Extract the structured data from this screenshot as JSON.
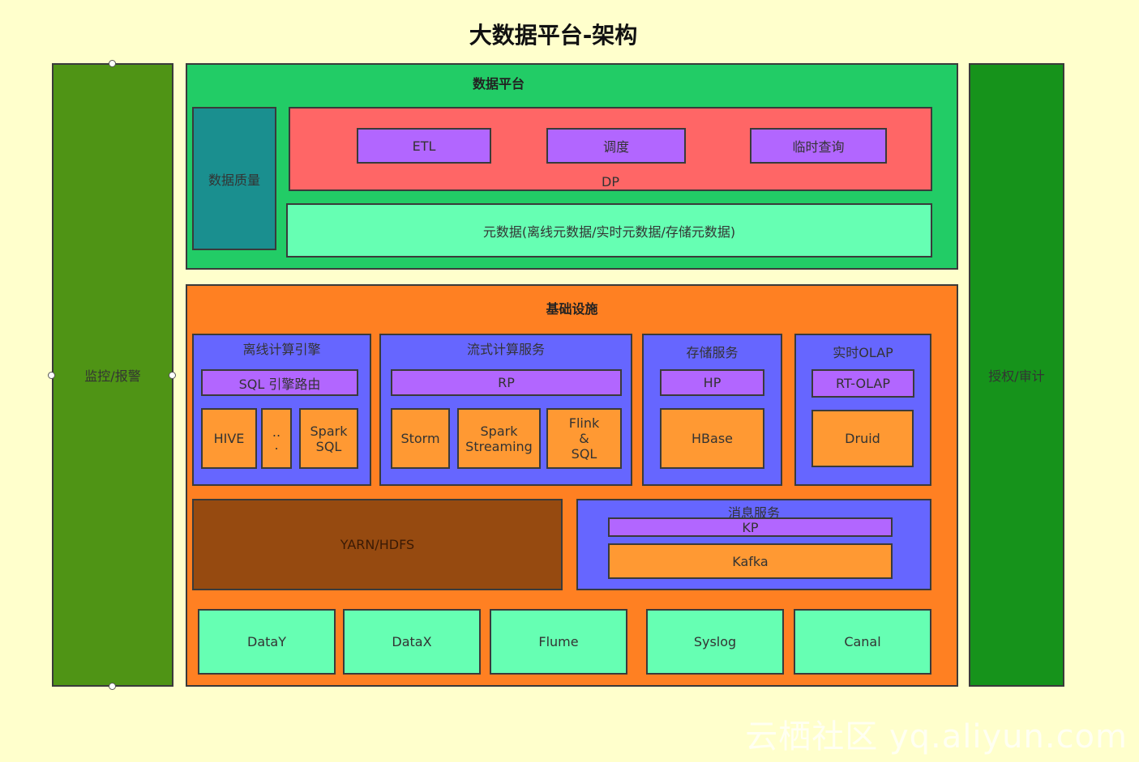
{
  "title": "大数据平台-架构",
  "left_panel": "监控/报警",
  "right_panel": "授权/审计",
  "data_platform": {
    "title": "数据平台",
    "quality": "数据质量",
    "dp": {
      "label": "DP",
      "items": [
        "ETL",
        "调度",
        "临时查询"
      ]
    },
    "metadata": "元数据(离线元数据/实时元数据/存储元数据)"
  },
  "infra": {
    "title": "基础设施",
    "offline": {
      "title": "离线计算引擎",
      "router": "SQL 引擎路由",
      "hive": "HIVE",
      "dots": "..",
      "dot": ".",
      "spark_sql": [
        "Spark",
        "SQL"
      ]
    },
    "stream": {
      "title": "流式计算服务",
      "rp": "RP",
      "storm": "Storm",
      "spark_streaming": [
        "Spark",
        "Streaming"
      ],
      "flink": [
        "Flink",
        "&",
        "SQL"
      ]
    },
    "storage": {
      "title": "存储服务",
      "hp": "HP",
      "hbase": "HBase"
    },
    "olap": {
      "title": "实时OLAP",
      "rt": "RT-OLAP",
      "druid": "Druid"
    },
    "yarn": "YARN/HDFS",
    "message": {
      "title": "消息服务",
      "kp": "KP",
      "kafka": "Kafka"
    },
    "sources": [
      "DataY",
      "DataX",
      "Flume",
      "Syslog",
      "Canal"
    ]
  },
  "watermark": "云栖社区 yq.aliyun.com",
  "colors": {
    "background": "#ffffcc",
    "monitor": "#4f9415",
    "auth": "#16931b",
    "platform": "#22cc66",
    "quality": "#1a8f8f",
    "dp": "#ff6666",
    "metadata": "#66ffb3",
    "infra": "#ff8022",
    "engine": "#6666ff",
    "router": "#b266ff",
    "component": "#ff9933",
    "yarn": "#964a10"
  }
}
